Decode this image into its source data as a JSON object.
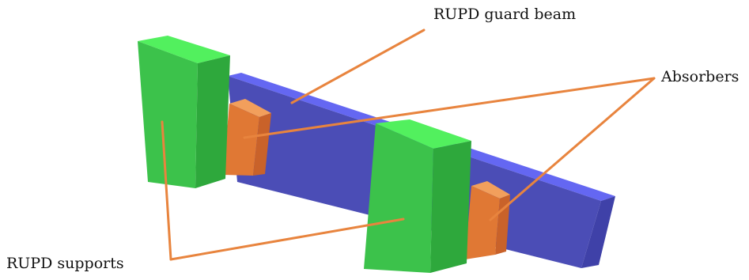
{
  "labels": {
    "guard_beam": "RUPD guard beam",
    "absorbers": "Absorbers",
    "supports": "RUPD supports"
  },
  "colors": {
    "beam_top": "#6467f2",
    "beam_front": "#4b4db6",
    "beam_end": "#3f41a8",
    "support_front": "#3cc24b",
    "support_side": "#2ea83c",
    "support_top": "#52f05e",
    "absorber_front": "#e07834",
    "absorber_side": "#c9622a",
    "absorber_top": "#f29f5c",
    "leader_line": "#e8843e"
  }
}
